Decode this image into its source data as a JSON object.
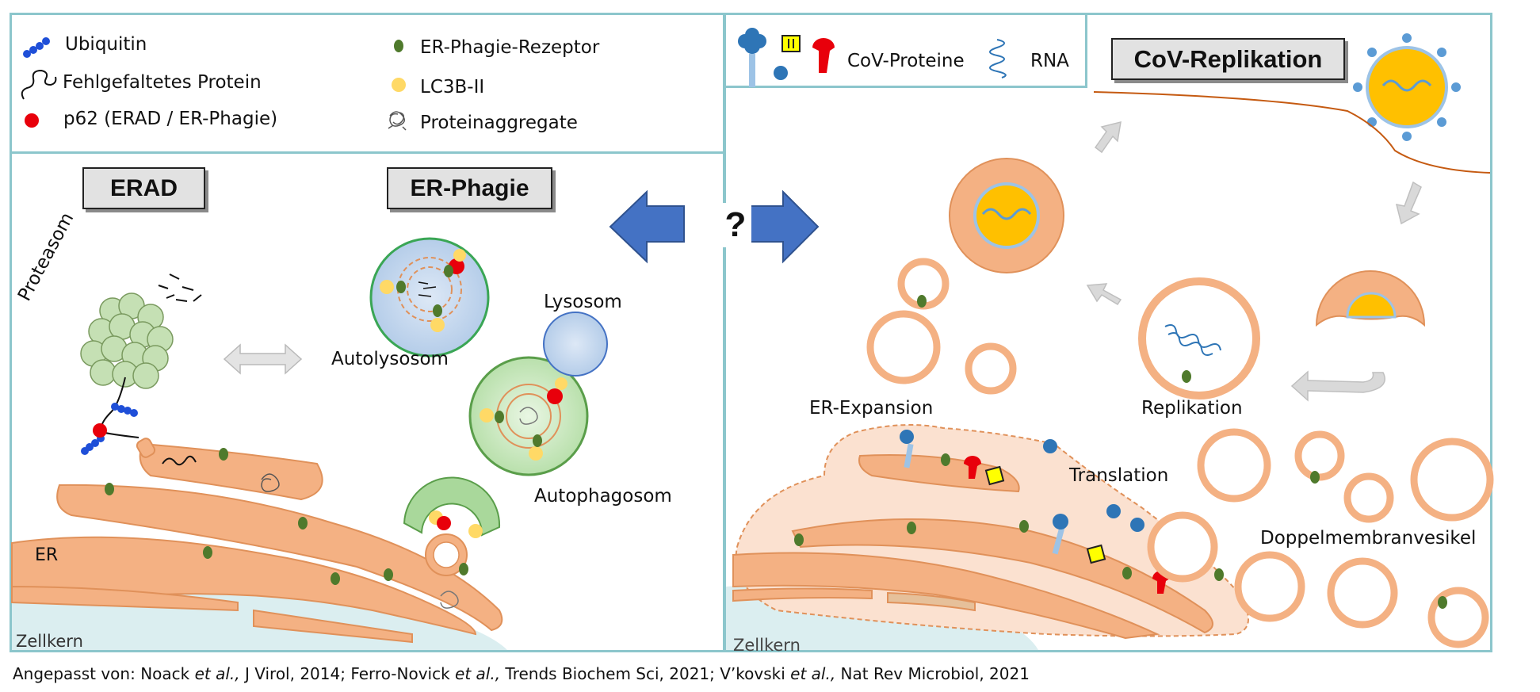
{
  "legend_left": {
    "ubiquitin": "Ubiquitin",
    "misfolded": "Fehlgefaltetes Protein",
    "p62": "p62 (ERAD / ER-Phagie)",
    "receptor": "ER-Phagie-Rezeptor",
    "lc3": "LC3B-II",
    "aggregates": "Proteinaggregate"
  },
  "legend_right": {
    "cov_proteins": "CoV-Proteine",
    "rna": "RNA"
  },
  "titles": {
    "erad": "ERAD",
    "er_phagy": "ER-Phagie",
    "cov_replication": "CoV-Replikation",
    "question": "?"
  },
  "labels": {
    "proteasome": "Proteasom",
    "er": "ER",
    "nucleus_left": "Zellkern",
    "nucleus_right": "Zellkern",
    "lysosome": "Lysosom",
    "autolysosome": "Autolysosom",
    "autophagosome": "Autophagosom",
    "er_expansion": "ER-Expansion",
    "replication": "Replikation",
    "translation": "Translation",
    "dmv": "Doppelmembranvesikel"
  },
  "caption": {
    "prefix": "Angepasst von: Noack ",
    "etal1": "et al.,",
    "ref1": " J Virol, 2014; Ferro-Novick ",
    "etal2": "et al.,",
    "ref2": " Trends Biochem Sci, 2021; V’kovski ",
    "etal3": "et al.,",
    "ref3": " Nat Rev Microbiol, 2021"
  },
  "colors": {
    "panel_border": "#8cc6cc",
    "er_fill": "#f4b183",
    "er_stroke": "#e0915a",
    "receptor": "#4f7a2c",
    "lc3": "#ffd966",
    "p62": "#e8000b",
    "ubiquitin": "#1f4fd8",
    "arrow_blue": "#4472c4",
    "arrow_grey": "#d9d9d9",
    "virus_core": "#ffc000",
    "nucleus": "#dbeef0"
  }
}
